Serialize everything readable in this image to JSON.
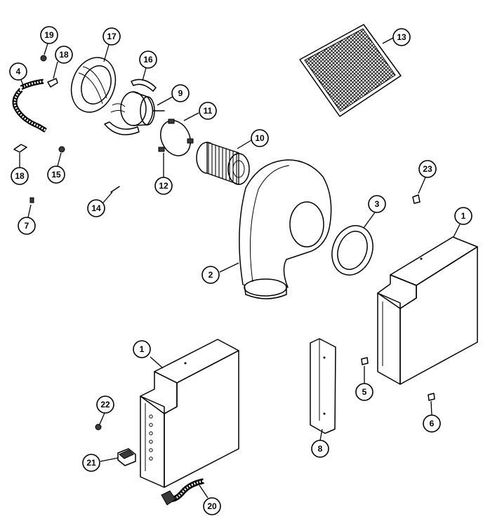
{
  "diagram": {
    "callouts": [
      {
        "id": "c19",
        "label": "19"
      },
      {
        "id": "c17",
        "label": "17"
      },
      {
        "id": "c18a",
        "label": "18"
      },
      {
        "id": "c4",
        "label": "4"
      },
      {
        "id": "c16",
        "label": "16"
      },
      {
        "id": "c9",
        "label": "9"
      },
      {
        "id": "c11",
        "label": "11"
      },
      {
        "id": "c13",
        "label": "13"
      },
      {
        "id": "c10",
        "label": "10"
      },
      {
        "id": "c12",
        "label": "12"
      },
      {
        "id": "c18b",
        "label": "18"
      },
      {
        "id": "c15",
        "label": "15"
      },
      {
        "id": "c7",
        "label": "7"
      },
      {
        "id": "c14",
        "label": "14"
      },
      {
        "id": "c23",
        "label": "23"
      },
      {
        "id": "c3",
        "label": "3"
      },
      {
        "id": "c1a",
        "label": "1"
      },
      {
        "id": "c2",
        "label": "2"
      },
      {
        "id": "c1b",
        "label": "1"
      },
      {
        "id": "c5",
        "label": "5"
      },
      {
        "id": "c22",
        "label": "22"
      },
      {
        "id": "c6",
        "label": "6"
      },
      {
        "id": "c8",
        "label": "8"
      },
      {
        "id": "c21",
        "label": "21"
      },
      {
        "id": "c20",
        "label": "20"
      }
    ]
  }
}
